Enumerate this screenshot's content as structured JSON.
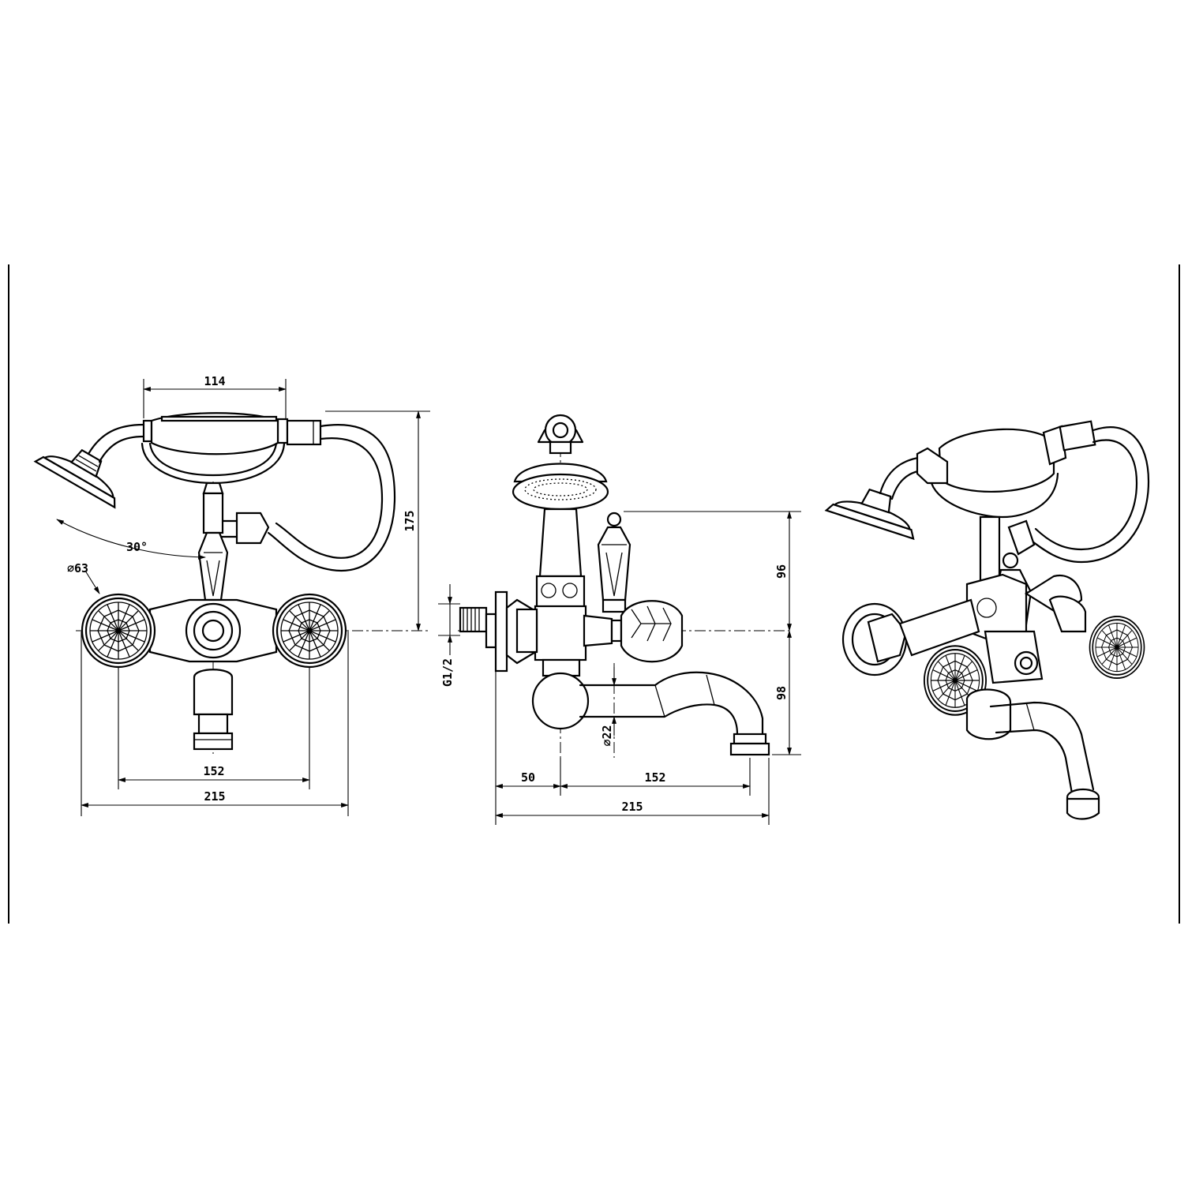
{
  "front_view": {
    "dim_handshower_length": "114",
    "dim_height_top": "175",
    "dim_angle": "30°",
    "dim_handle_diameter": "⌀63",
    "dim_centers": "152",
    "dim_overall_width": "215"
  },
  "side_view": {
    "dim_connection_thread": "G1/2",
    "dim_handle_height": "96",
    "dim_spout_drop": "98",
    "dim_spout_diameter": "⌀22",
    "dim_wall_offset": "50",
    "dim_spout_reach": "152",
    "dim_overall_depth": "215"
  },
  "colors": {
    "line": "#000000",
    "background": "#ffffff"
  }
}
